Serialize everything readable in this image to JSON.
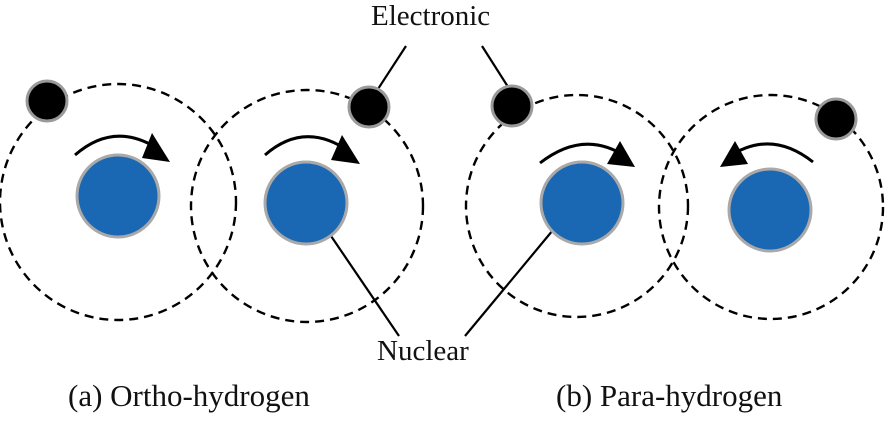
{
  "figure": {
    "labels": {
      "electronic": "Electronic",
      "nuclear": "Nuclear",
      "ortho": "(a) Ortho-hydrogen",
      "para": "(b) Para-hydrogen"
    },
    "colors": {
      "nucleus": "#1a68b3",
      "nucleus_rim": "#a9a9a9",
      "electron": "#000000",
      "orbit": "#000000",
      "leader_line": "#000000"
    },
    "molecules": [
      {
        "name": "ortho-hydrogen",
        "nuclear_spins": [
          "clockwise",
          "clockwise"
        ],
        "description": "parallel nuclear spins"
      },
      {
        "name": "para-hydrogen",
        "nuclear_spins": [
          "clockwise",
          "counterclockwise"
        ],
        "description": "antiparallel nuclear spins"
      }
    ]
  }
}
